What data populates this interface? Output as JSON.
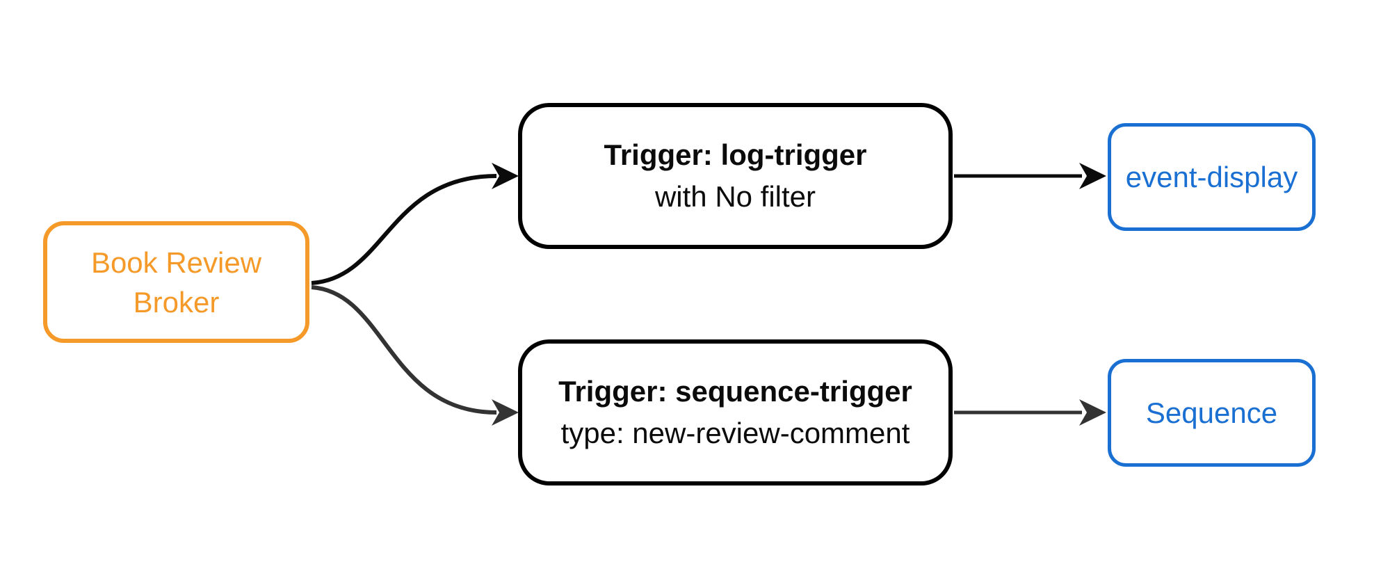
{
  "diagram": {
    "nodes": {
      "broker": {
        "label": "Book Review Broker"
      },
      "trigger_log": {
        "title": "Trigger: log-trigger",
        "subtitle": "with No filter"
      },
      "trigger_sequence": {
        "title": "Trigger: sequence-trigger",
        "subtitle": "type: new-review-comment"
      },
      "event_display": {
        "label": "event-display"
      },
      "sequence": {
        "label": "Sequence"
      }
    },
    "edges": [
      {
        "from": "Book Review Broker",
        "to": "Trigger: log-trigger",
        "color": "#0B0B0B"
      },
      {
        "from": "Book Review Broker",
        "to": "Trigger: sequence-trigger",
        "color": "#333333"
      },
      {
        "from": "Trigger: log-trigger",
        "to": "event-display",
        "color": "#0B0B0B"
      },
      {
        "from": "Trigger: sequence-trigger",
        "to": "Sequence",
        "color": "#333333"
      }
    ],
    "colors": {
      "broker_accent": "#F59A29",
      "service_accent": "#1A6FD2",
      "trigger_border": "#000000",
      "edge_dark": "#0B0B0B",
      "edge_gray": "#333333",
      "background": "#FFFFFF"
    }
  }
}
